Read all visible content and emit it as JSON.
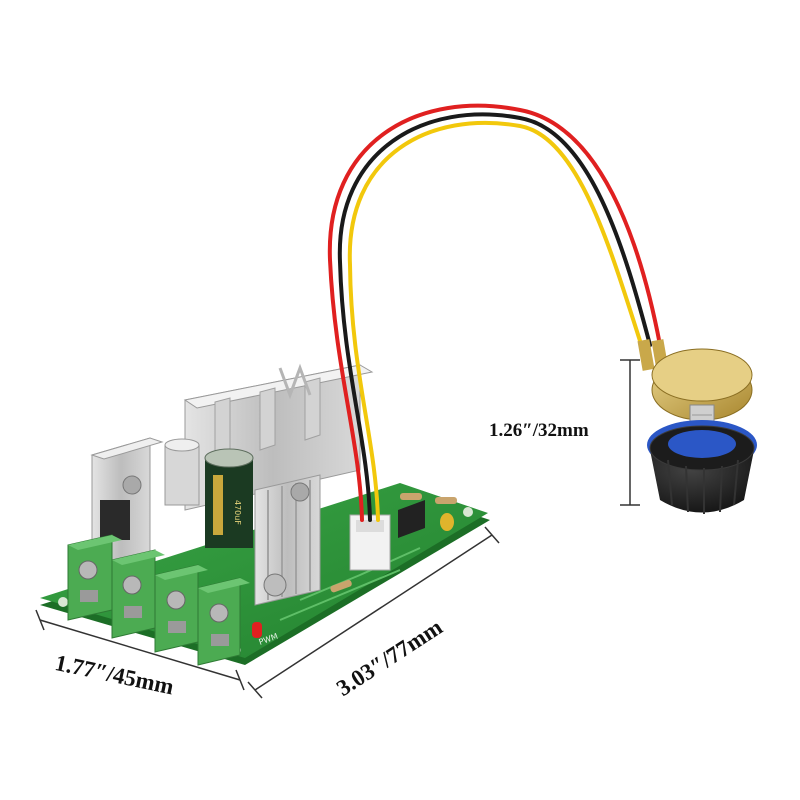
{
  "product": {
    "depiction": "pwm-motor-speed-controller-board-with-potentiometer",
    "colors": {
      "background": "#ffffff",
      "pcb": "#2e9a3a",
      "terminal_block": "#4cab52",
      "heatsink": "#c9c9c9",
      "wire_red": "#e02020",
      "wire_black": "#1a1a1a",
      "wire_yellow": "#f2c80c",
      "knob": "#1c1c1c",
      "knob_ring": "#2b57c6",
      "pot_body": "#c9a84a"
    }
  },
  "dimensions": {
    "width_label": "1.77″/45mm",
    "length_label": "3.03″/77mm",
    "height_label": "1.26″/32mm"
  }
}
